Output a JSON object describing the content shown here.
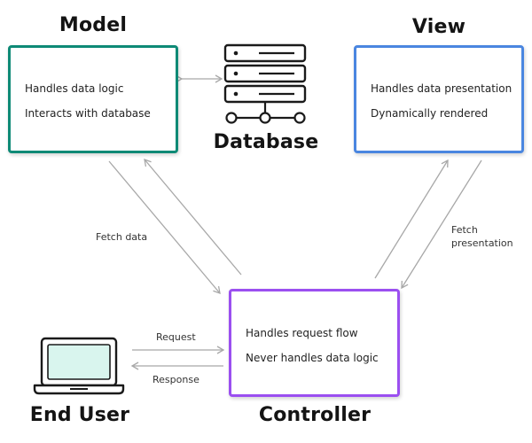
{
  "model": {
    "title": "Model",
    "lines": [
      "Handles data logic",
      "Interacts with database"
    ],
    "border_color": "#0e8a76"
  },
  "view": {
    "title": "View",
    "lines": [
      "Handles data presentation",
      "Dynamically rendered"
    ],
    "border_color": "#4a86e0"
  },
  "controller": {
    "title": "Controller",
    "lines": [
      "Handles request flow",
      "Never handles data logic"
    ],
    "border_color": "#9b4ff0"
  },
  "database": {
    "title": "Database",
    "icon": "database-server-icon"
  },
  "end_user": {
    "title": "End User",
    "icon": "laptop-icon",
    "screen_color": "#d9f5ee"
  },
  "edges": {
    "fetch_data": "Fetch data",
    "fetch_presentation": [
      "Fetch",
      "presentation"
    ],
    "request": "Request",
    "response": "Response"
  },
  "arrow_color": "#a8a8a8"
}
